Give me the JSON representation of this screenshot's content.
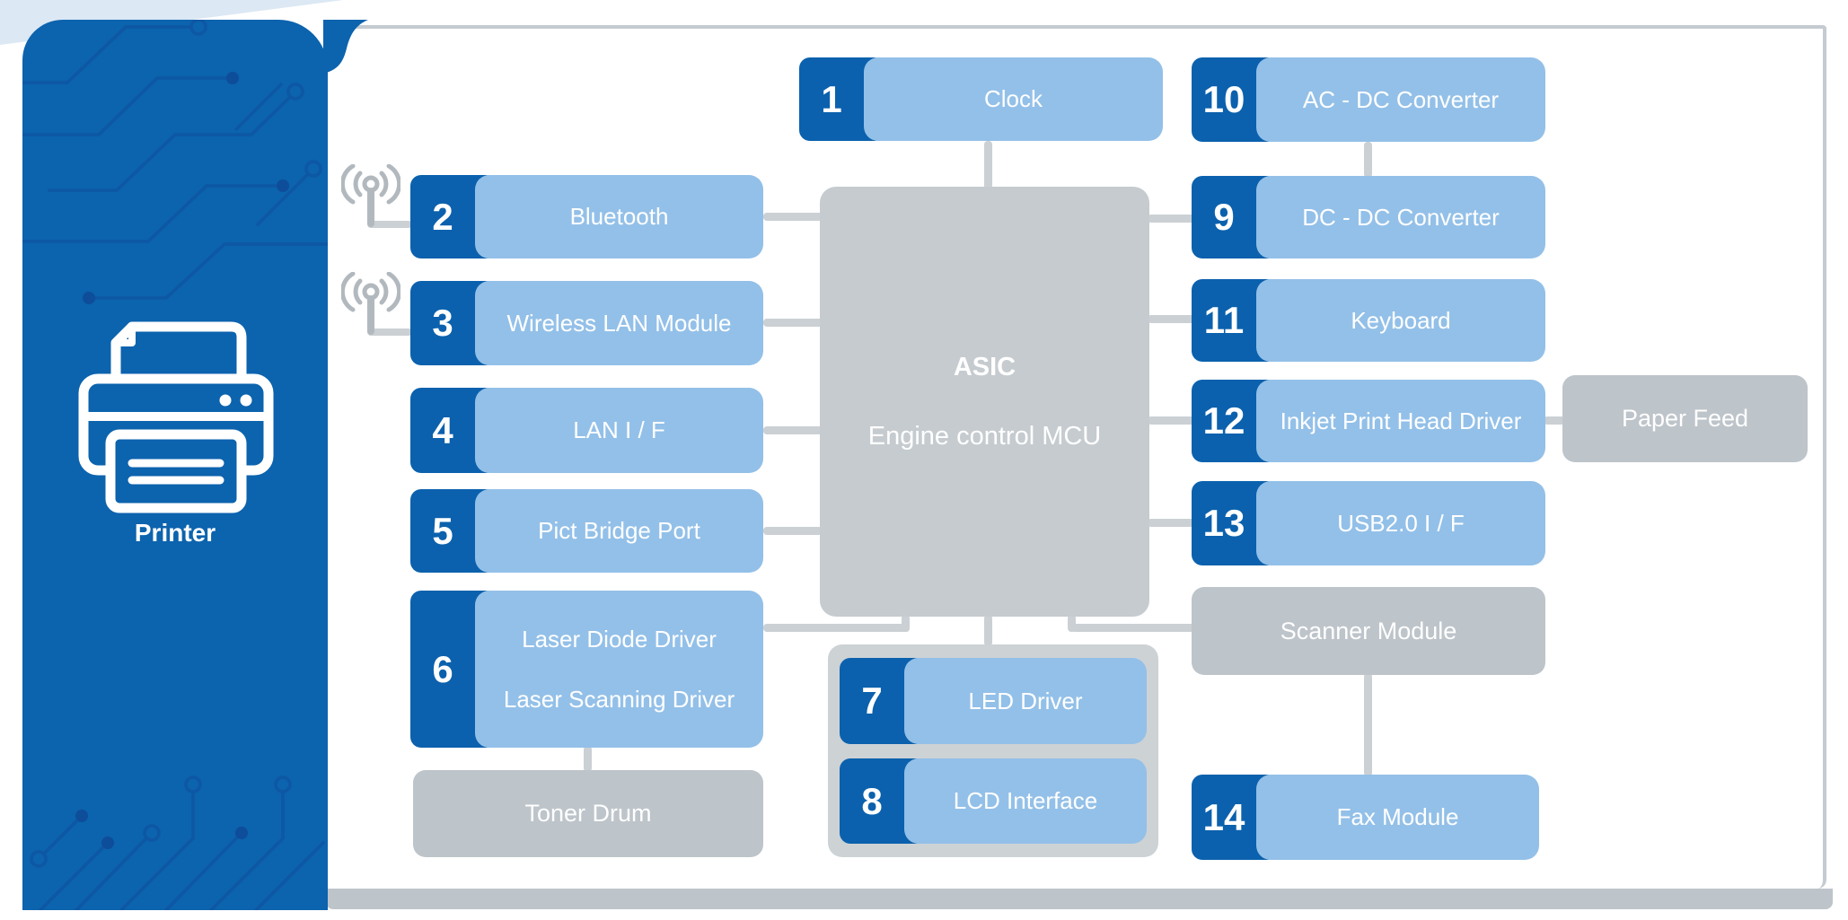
{
  "colors": {
    "sidebar-blue": "#0c63ae",
    "badge-blue": "#0b61ad",
    "body-blue": "#93c0e8",
    "gray-block": "#bdc4ca",
    "asic-gray": "#c5cbcf",
    "container-gray": "#cdd2d5",
    "line-gray": "#cbd0d4",
    "panel-border": "#c4cbd1",
    "band-gray": "#bdc4ca",
    "icon-gray": "#b2b9be",
    "circuit-blue": "#0d57a4",
    "circuit-dot-blue": "#0e4d99",
    "wedge-blue": "#dce8f4"
  },
  "sidebar": {
    "label": "Printer"
  },
  "asic": {
    "title": "ASIC",
    "subtitle": "Engine control MCU"
  },
  "blocks": [
    {
      "num": "1",
      "label": "Clock"
    },
    {
      "num": "2",
      "label": "Bluetooth"
    },
    {
      "num": "3",
      "label": "Wireless LAN Module"
    },
    {
      "num": "4",
      "label": "LAN I / F"
    },
    {
      "num": "5",
      "label": "Pict Bridge Port"
    },
    {
      "num": "6",
      "label": "Laser Diode Driver",
      "label2": "Laser Scanning Driver"
    },
    {
      "num": "7",
      "label": "LED Driver"
    },
    {
      "num": "8",
      "label": "LCD Interface"
    },
    {
      "num": "9",
      "label": "DC - DC Converter"
    },
    {
      "num": "10",
      "label": "AC - DC Converter"
    },
    {
      "num": "11",
      "label": "Keyboard"
    },
    {
      "num": "12",
      "label": "Inkjet Print Head Driver"
    },
    {
      "num": "13",
      "label": "USB2.0 I / F"
    },
    {
      "num": "14",
      "label": "Fax Module"
    }
  ],
  "gray_blocks": {
    "toner_drum": "Toner Drum",
    "scanner_module": "Scanner Module",
    "paper_feed": "Paper Feed"
  }
}
